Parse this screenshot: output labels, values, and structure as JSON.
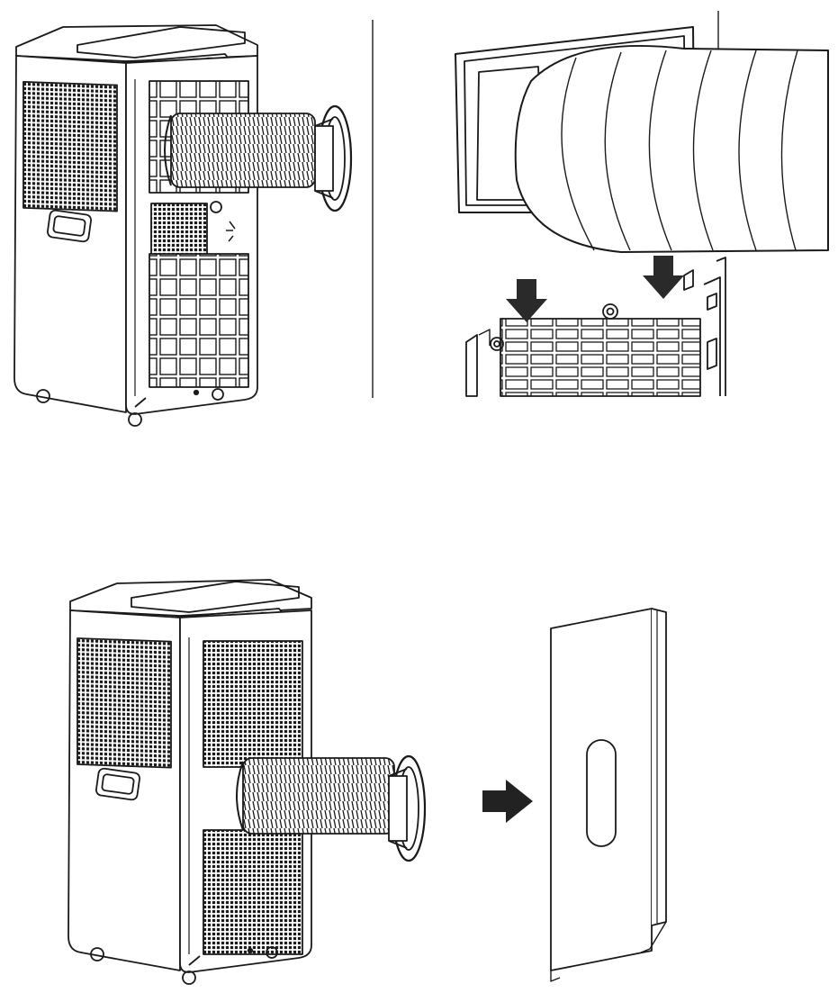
{
  "figure": {
    "type": "installation-diagram",
    "panels": [
      {
        "id": "top-left",
        "depicts": "portable-air-conditioner-with-exhaust-hose-attached-to-back-grille"
      },
      {
        "id": "top-right",
        "depicts": "hose-connector-sliding-down-into-back-grille"
      },
      {
        "id": "bottom-left",
        "depicts": "portable-air-conditioner-with-exhaust-hose-and-window-adapter"
      },
      {
        "id": "bottom-right",
        "depicts": "window-slide-panel-with-oval-opening"
      }
    ],
    "arrows": [
      {
        "panel": "top-right",
        "direction": "down",
        "count": 2
      },
      {
        "panel": "bottom",
        "direction": "right",
        "count": 1
      }
    ],
    "colors": {
      "line": "#1a1a1a",
      "arrow": "#222222",
      "background": "#ffffff",
      "grille": "#2a2a2a"
    }
  }
}
